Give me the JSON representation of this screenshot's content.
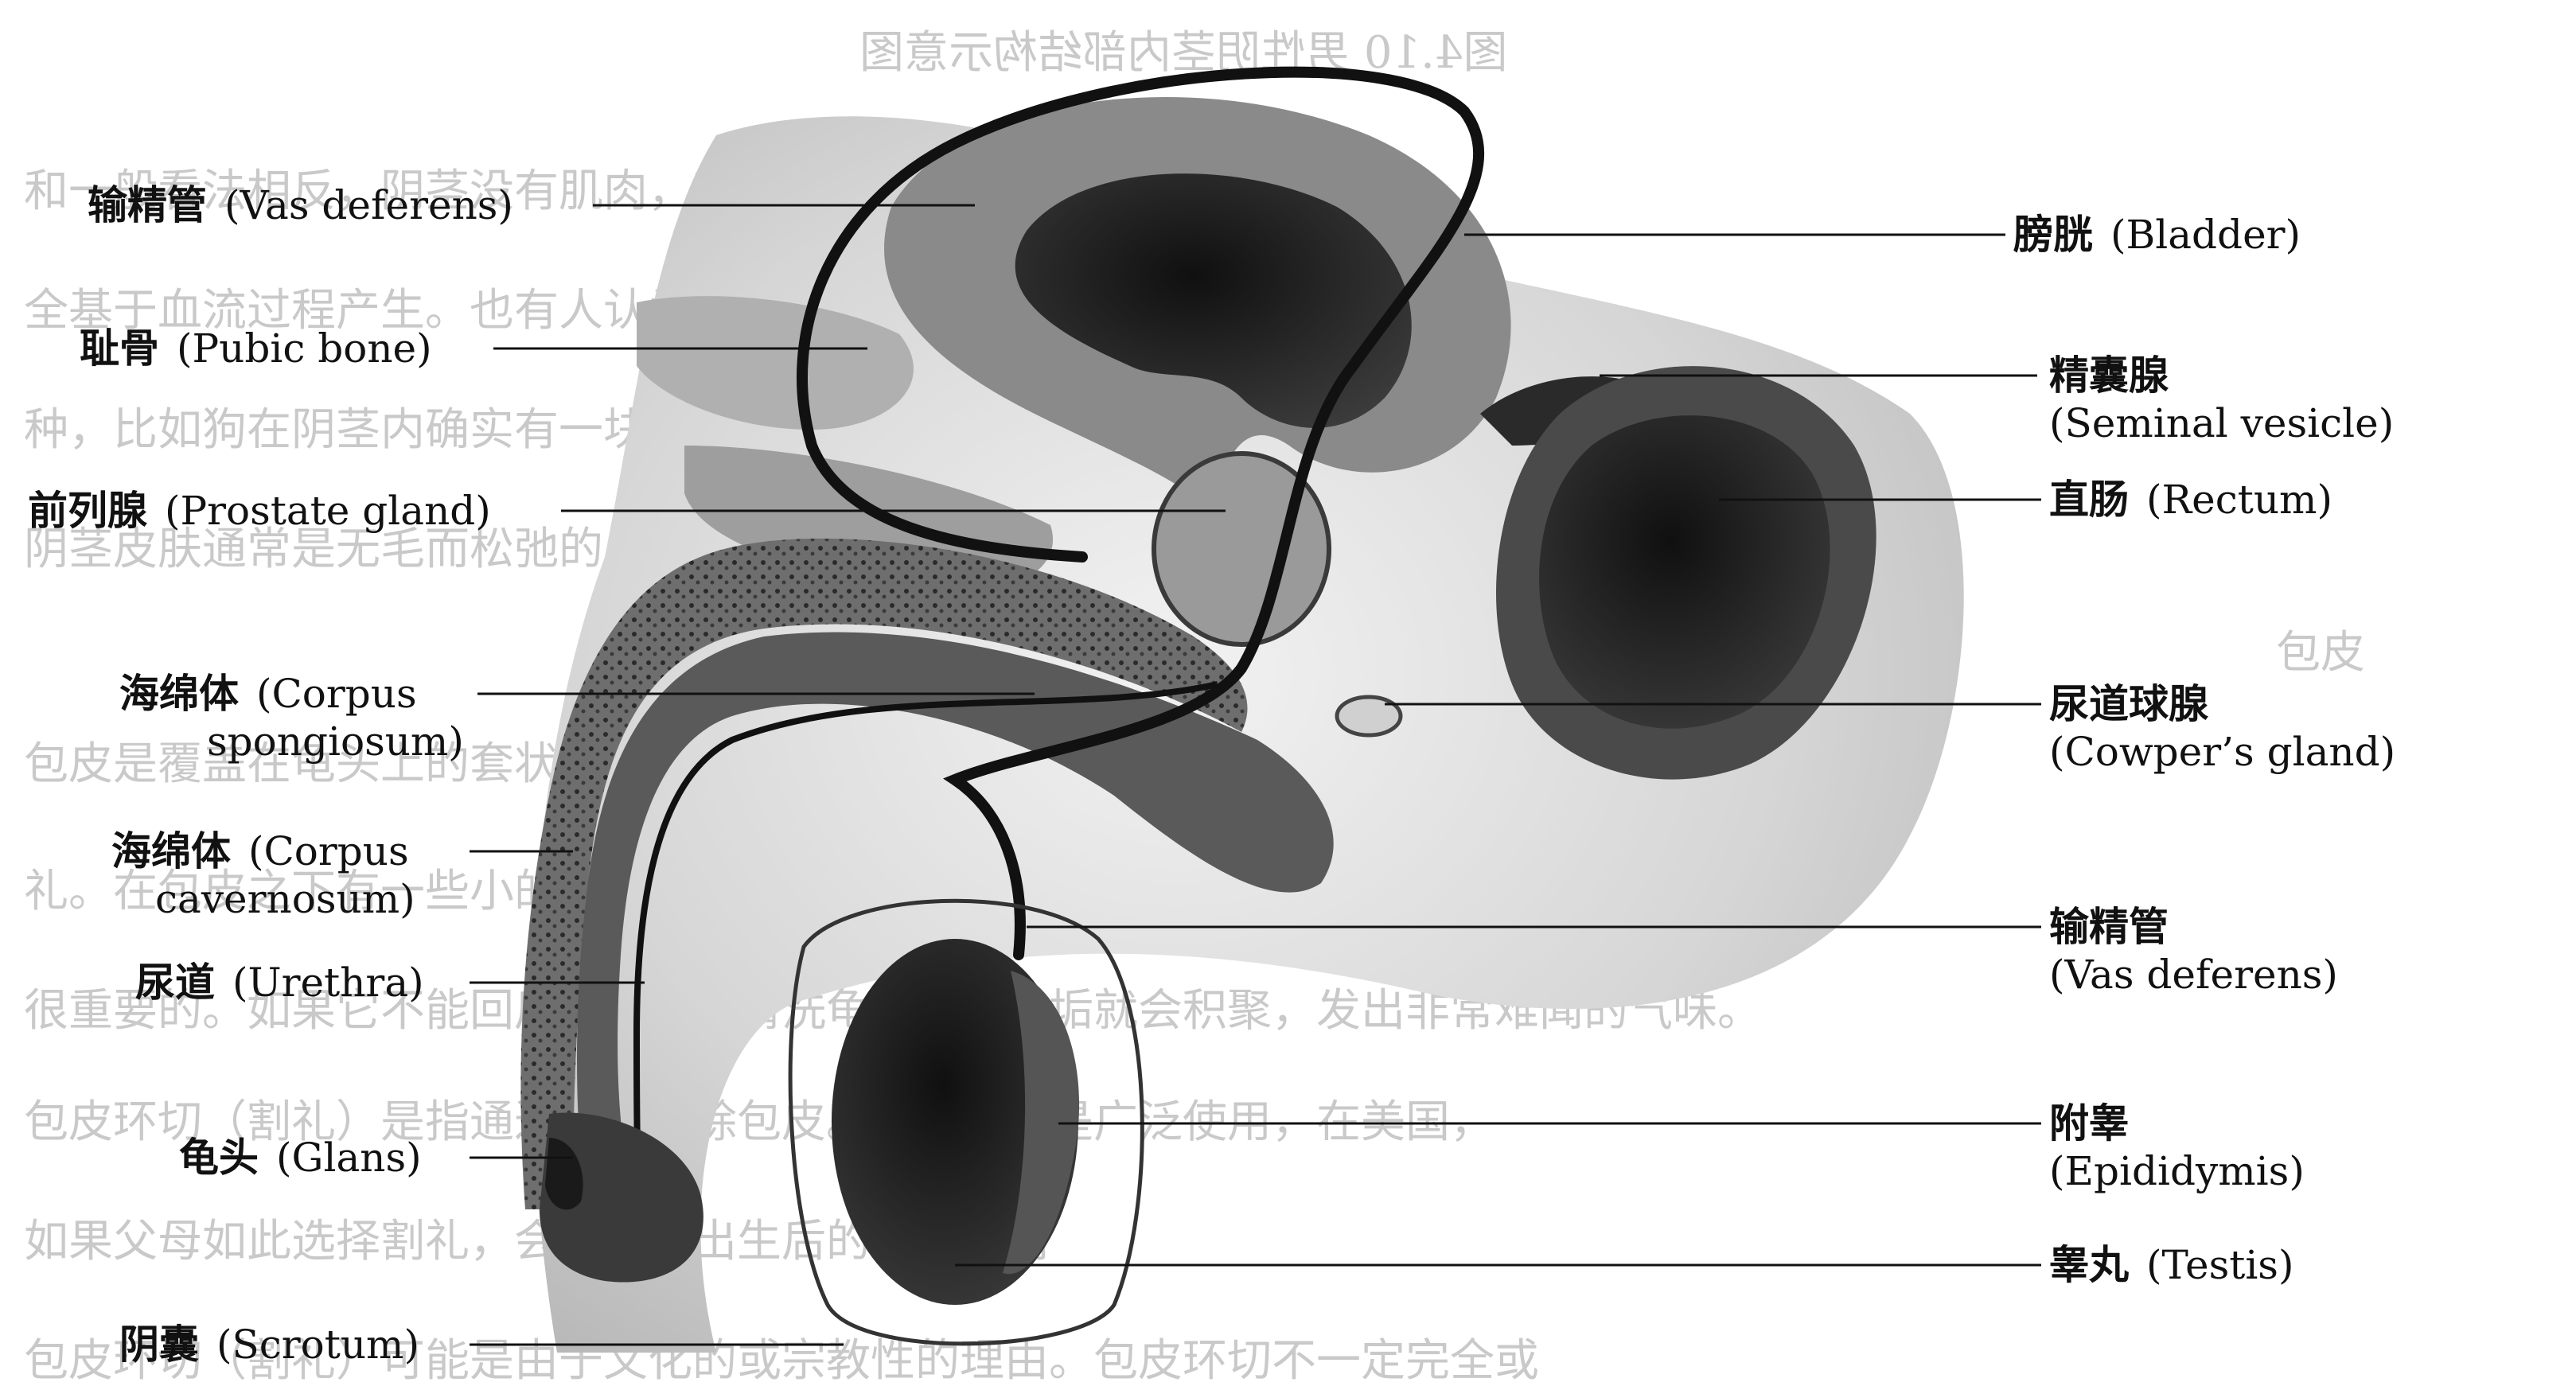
{
  "background_text": {
    "caption_mirrored": "图4.10 男性阴茎内部结构示意图",
    "lines": [
      "和一般看法相反，阴茎没有肌肉，勃起纯粹是血液充",
      "全基于血流过程产生。也有人认为男性的阴茎也是不对的。虽然一些其他的物",
      "种，比如狗在阴茎内确实有一块骨头，但是在人类的阴茎中没有骨头。",
      "阴茎皮肤通常是无毛而松弛的。",
      "包皮",
      "包皮是覆盖在龟头上的套状皮肤，它在很多方面都很重要",
      "礼。在包皮之下有一些小的腺体（包皮腺），分泌包皮垢。包皮可以缩回",
      "很重要的。如果它不能回后拉并彻底清洗龟头，包皮垢就会积聚，发出非常难闻的气味。",
      "包皮环切（割礼）是指通过手术切除包皮。包皮环切是广泛使用，在美国，",
      "如果父母如此选择割礼，会在婴儿出生后的一段时间",
      "包皮环切（割礼）可能是由于文化的或宗教性的理由。包皮环切不一定完全或"
    ]
  },
  "labels": {
    "vas_deferens_top": {
      "zh": "输精管",
      "en": "(Vas deferens)"
    },
    "pubic_bone": {
      "zh": "耻骨",
      "en": "(Pubic bone)"
    },
    "prostate": {
      "zh": "前列腺",
      "en": "(Prostate gland)"
    },
    "corpus_spongiosum": {
      "zh": "海绵体",
      "en": "(Corpus",
      "en2": "spongiosum)"
    },
    "corpus_cavernosum": {
      "zh": "海绵体",
      "en": "(Corpus",
      "en2": "cavernosum)"
    },
    "urethra": {
      "zh": "尿道",
      "en": "(Urethra)"
    },
    "glans": {
      "zh": "龟头",
      "en": "(Glans)"
    },
    "scrotum": {
      "zh": "阴囊",
      "en": "(Scrotum)"
    },
    "bladder": {
      "zh": "膀胱",
      "en": "(Bladder)"
    },
    "seminal_vesicle": {
      "zh": "精囊腺",
      "en": "(Seminal vesicle)"
    },
    "rectum": {
      "zh": "直肠",
      "en": "(Rectum)"
    },
    "cowpers_gland": {
      "zh": "尿道球腺",
      "en": "(Cowper’s gland)"
    },
    "vas_deferens_right": {
      "zh": "输精管",
      "en": "(Vas deferens)"
    },
    "epididymis": {
      "zh": "附睾",
      "en": "(Epididymis)"
    },
    "testis": {
      "zh": "睾丸",
      "en": "(Testis)"
    }
  },
  "colors": {
    "ink": "#111111",
    "ghost_text": "#c9c9c9",
    "tissue_light": "#d8d8d8",
    "tissue_mid": "#8f8f8f",
    "tissue_dark": "#3a3a3a",
    "cavity": "#1a1a1a"
  }
}
